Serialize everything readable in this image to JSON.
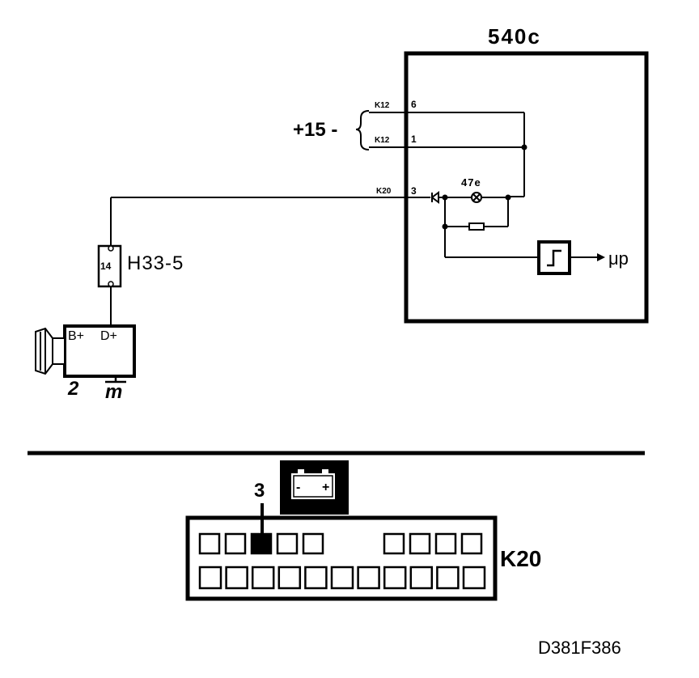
{
  "ecu": {
    "label": "540c"
  },
  "supply": {
    "label": "+15 -"
  },
  "pins": [
    {
      "connector": "K12",
      "number": "6"
    },
    {
      "connector": "K12",
      "number": "1"
    },
    {
      "connector": "K20",
      "number": "3"
    }
  ],
  "lamp": {
    "label": "47e"
  },
  "micro": {
    "label": "μp"
  },
  "connector_h": {
    "pin": "14",
    "label": "H33-5"
  },
  "alternator": {
    "terminal_b": "B+",
    "terminal_d": "D+",
    "number": "2",
    "ground": "m"
  },
  "plug": {
    "pin_number": "3",
    "label": "K20"
  },
  "battery": {
    "minus": "-",
    "plus": "+"
  },
  "figure_code": "D381F386",
  "colors": {
    "ink": "#000000",
    "paper": "#ffffff"
  }
}
